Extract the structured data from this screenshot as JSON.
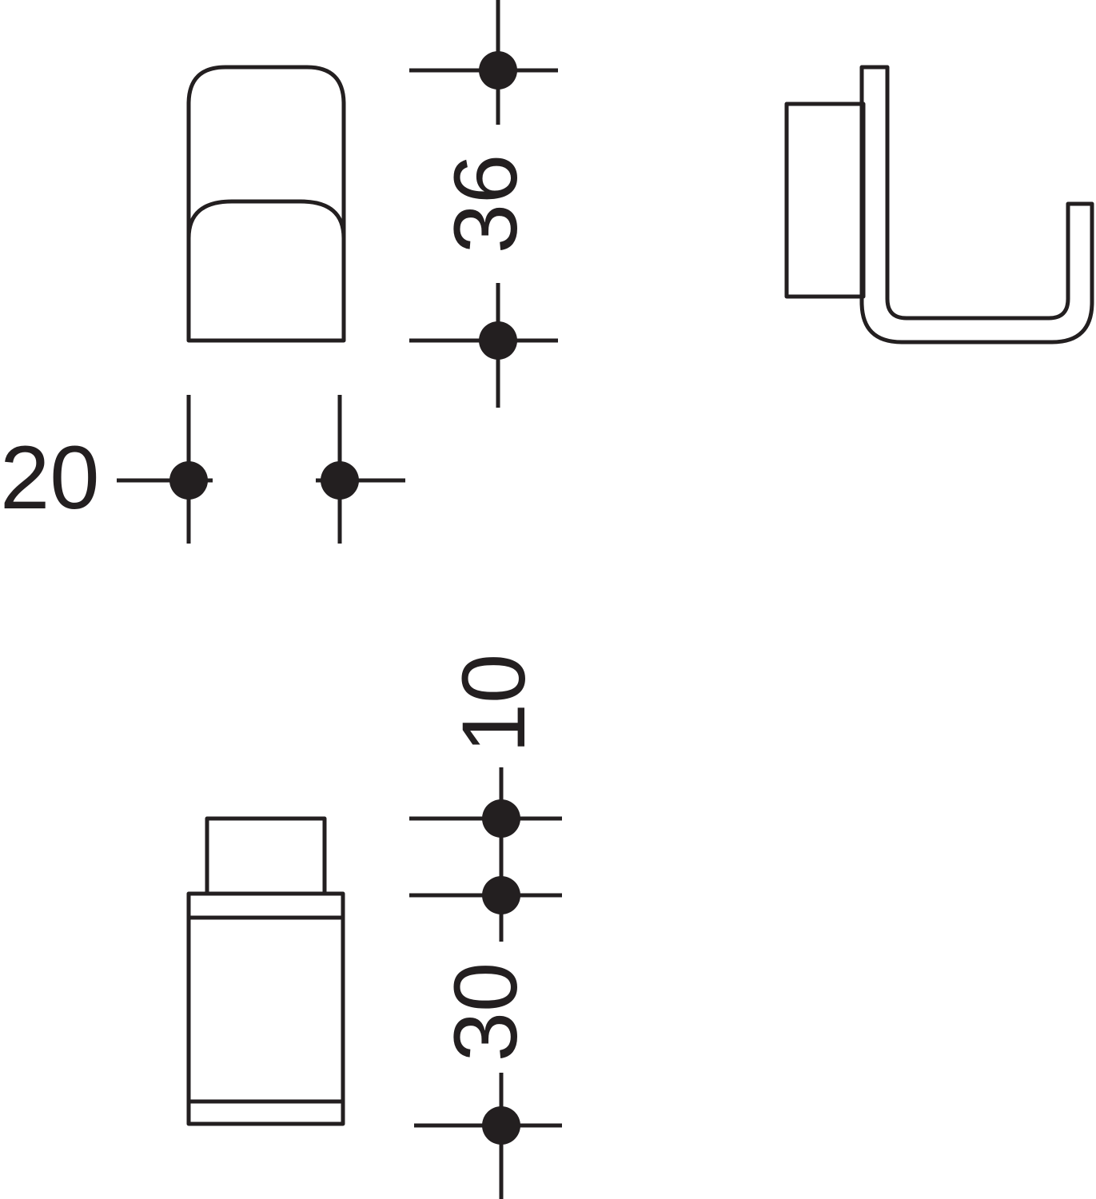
{
  "colors": {
    "ink": "#231f20",
    "background": "#ffffff"
  },
  "dimensions": {
    "height_top": "36",
    "width_top": "20",
    "depth_top": "10",
    "height_bottom": "30"
  }
}
